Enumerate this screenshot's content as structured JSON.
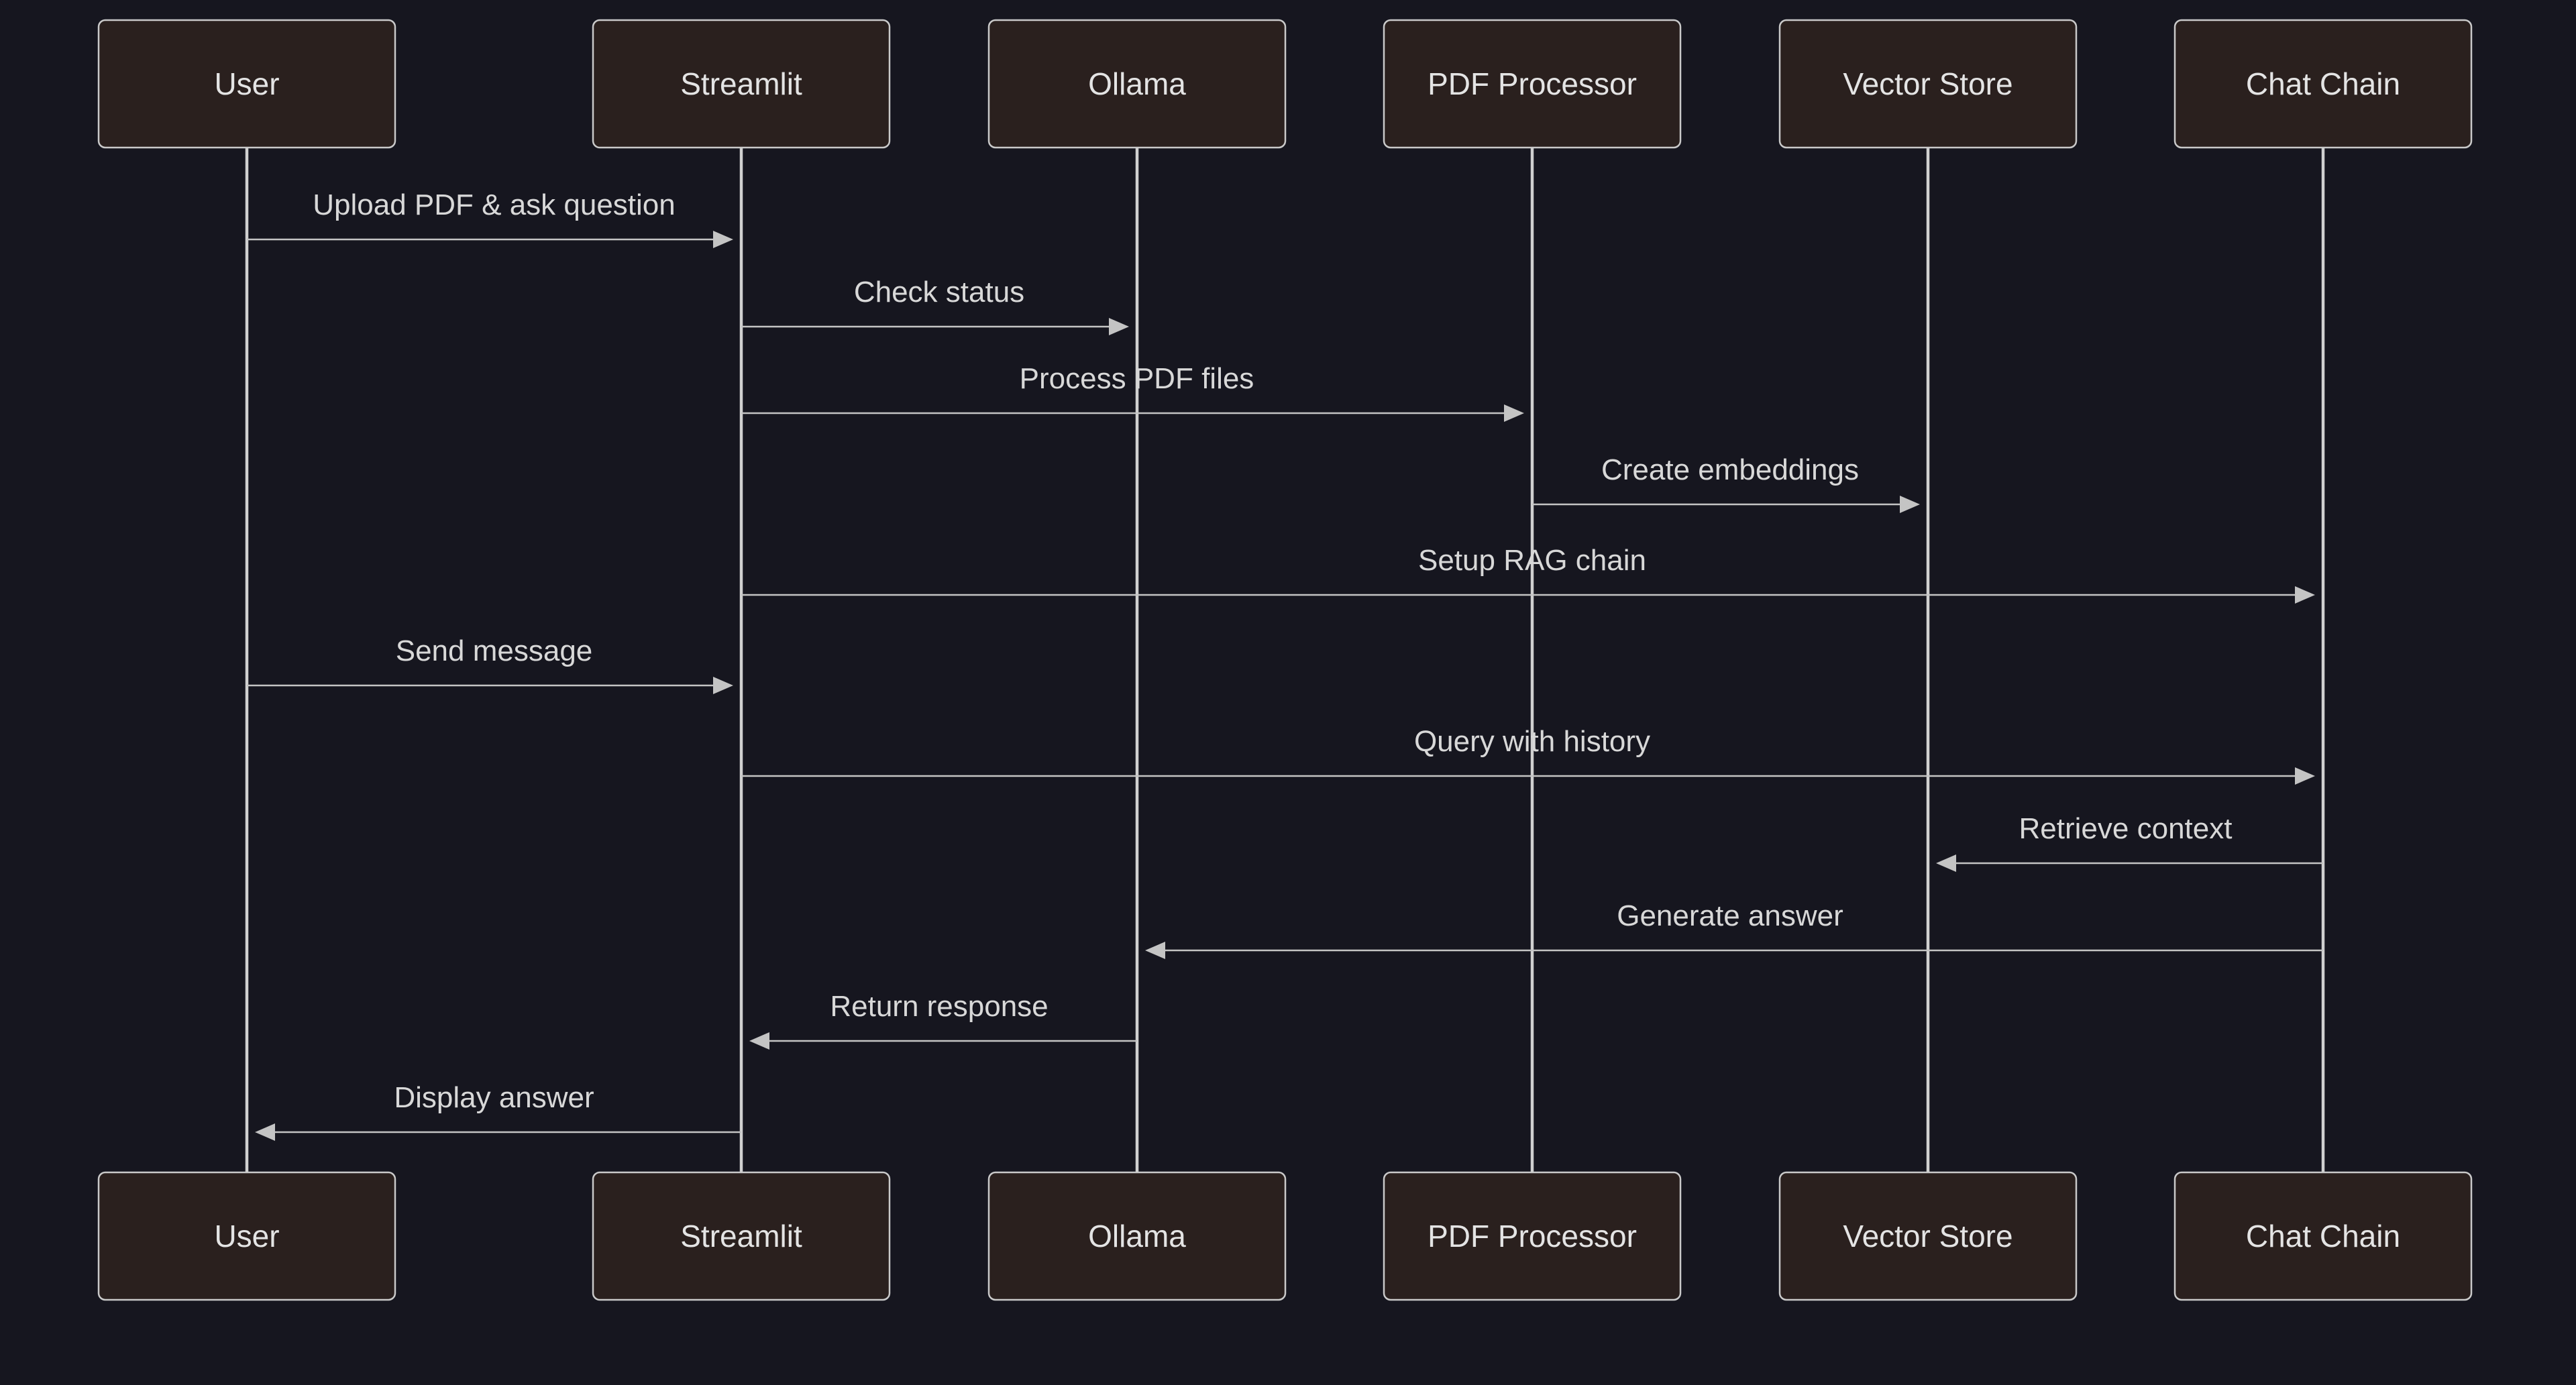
{
  "participants": [
    {
      "id": "user",
      "label": "User"
    },
    {
      "id": "streamlit",
      "label": "Streamlit"
    },
    {
      "id": "ollama",
      "label": "Ollama"
    },
    {
      "id": "pdf-processor",
      "label": "PDF Processor"
    },
    {
      "id": "vector-store",
      "label": "Vector Store"
    },
    {
      "id": "chat-chain",
      "label": "Chat Chain"
    }
  ],
  "messages": [
    {
      "from": 0,
      "to": 1,
      "label": "Upload PDF & ask question"
    },
    {
      "from": 1,
      "to": 2,
      "label": "Check status"
    },
    {
      "from": 1,
      "to": 3,
      "label": "Process PDF files"
    },
    {
      "from": 3,
      "to": 4,
      "label": "Create embeddings"
    },
    {
      "from": 1,
      "to": 5,
      "label": "Setup RAG chain"
    },
    {
      "from": 0,
      "to": 1,
      "label": "Send message"
    },
    {
      "from": 1,
      "to": 5,
      "label": "Query with history"
    },
    {
      "from": 5,
      "to": 4,
      "label": "Retrieve context"
    },
    {
      "from": 5,
      "to": 2,
      "label": "Generate answer"
    },
    {
      "from": 2,
      "to": 1,
      "label": "Return response"
    },
    {
      "from": 1,
      "to": 0,
      "label": "Display answer"
    }
  ],
  "colors": {
    "background": "#16161f",
    "actor_fill": "#2a201e",
    "actor_stroke": "#c9c9c9",
    "line": "#c4c4c4",
    "text": "#e4e4e4"
  }
}
